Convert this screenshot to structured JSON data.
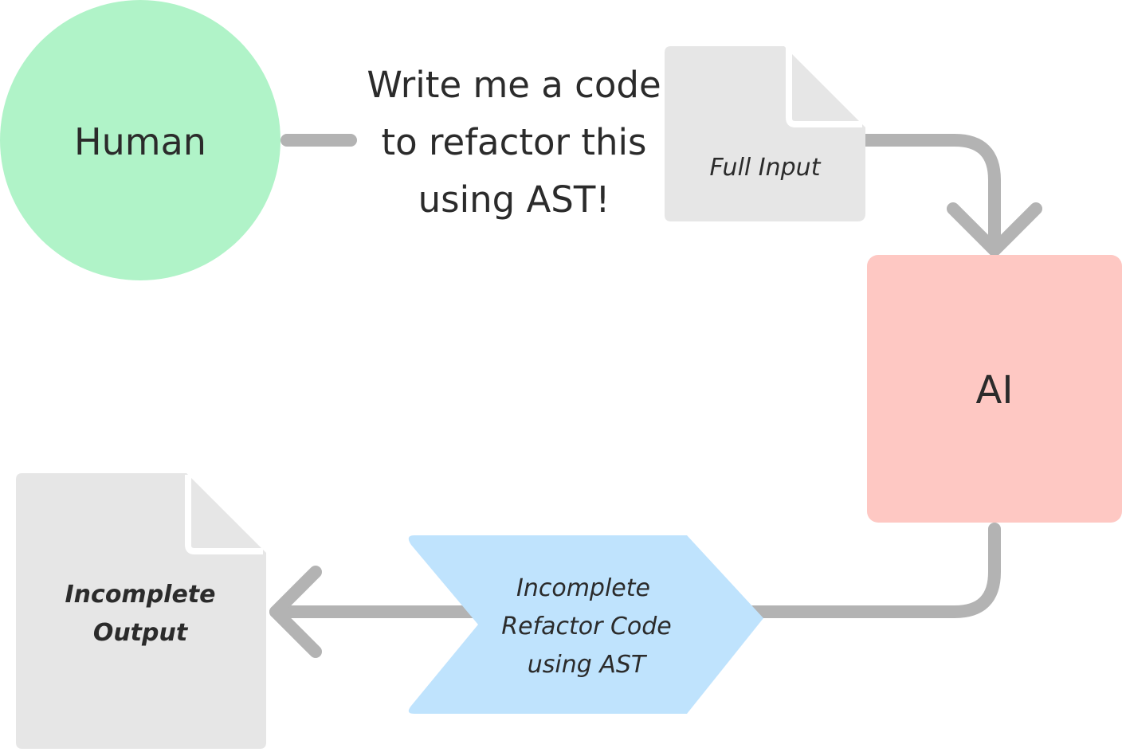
{
  "nodes": {
    "human": {
      "label": "Human",
      "color": "#b0f3c8"
    },
    "prompt": {
      "lines": [
        "Write me a code",
        "to refactor this",
        "using AST!"
      ]
    },
    "full_input": {
      "label": "Full Input",
      "color": "#e6e6e6"
    },
    "ai": {
      "label": "AI",
      "color": "#fec8c3"
    },
    "refactor_code": {
      "lines": [
        "Incomplete",
        "Refactor Code",
        "using AST"
      ],
      "color": "#bfe3fd"
    },
    "incomplete_output": {
      "lines": [
        "Incomplete",
        "Output"
      ],
      "color": "#e6e6e6"
    }
  },
  "connector_color": "#b3b3b3"
}
